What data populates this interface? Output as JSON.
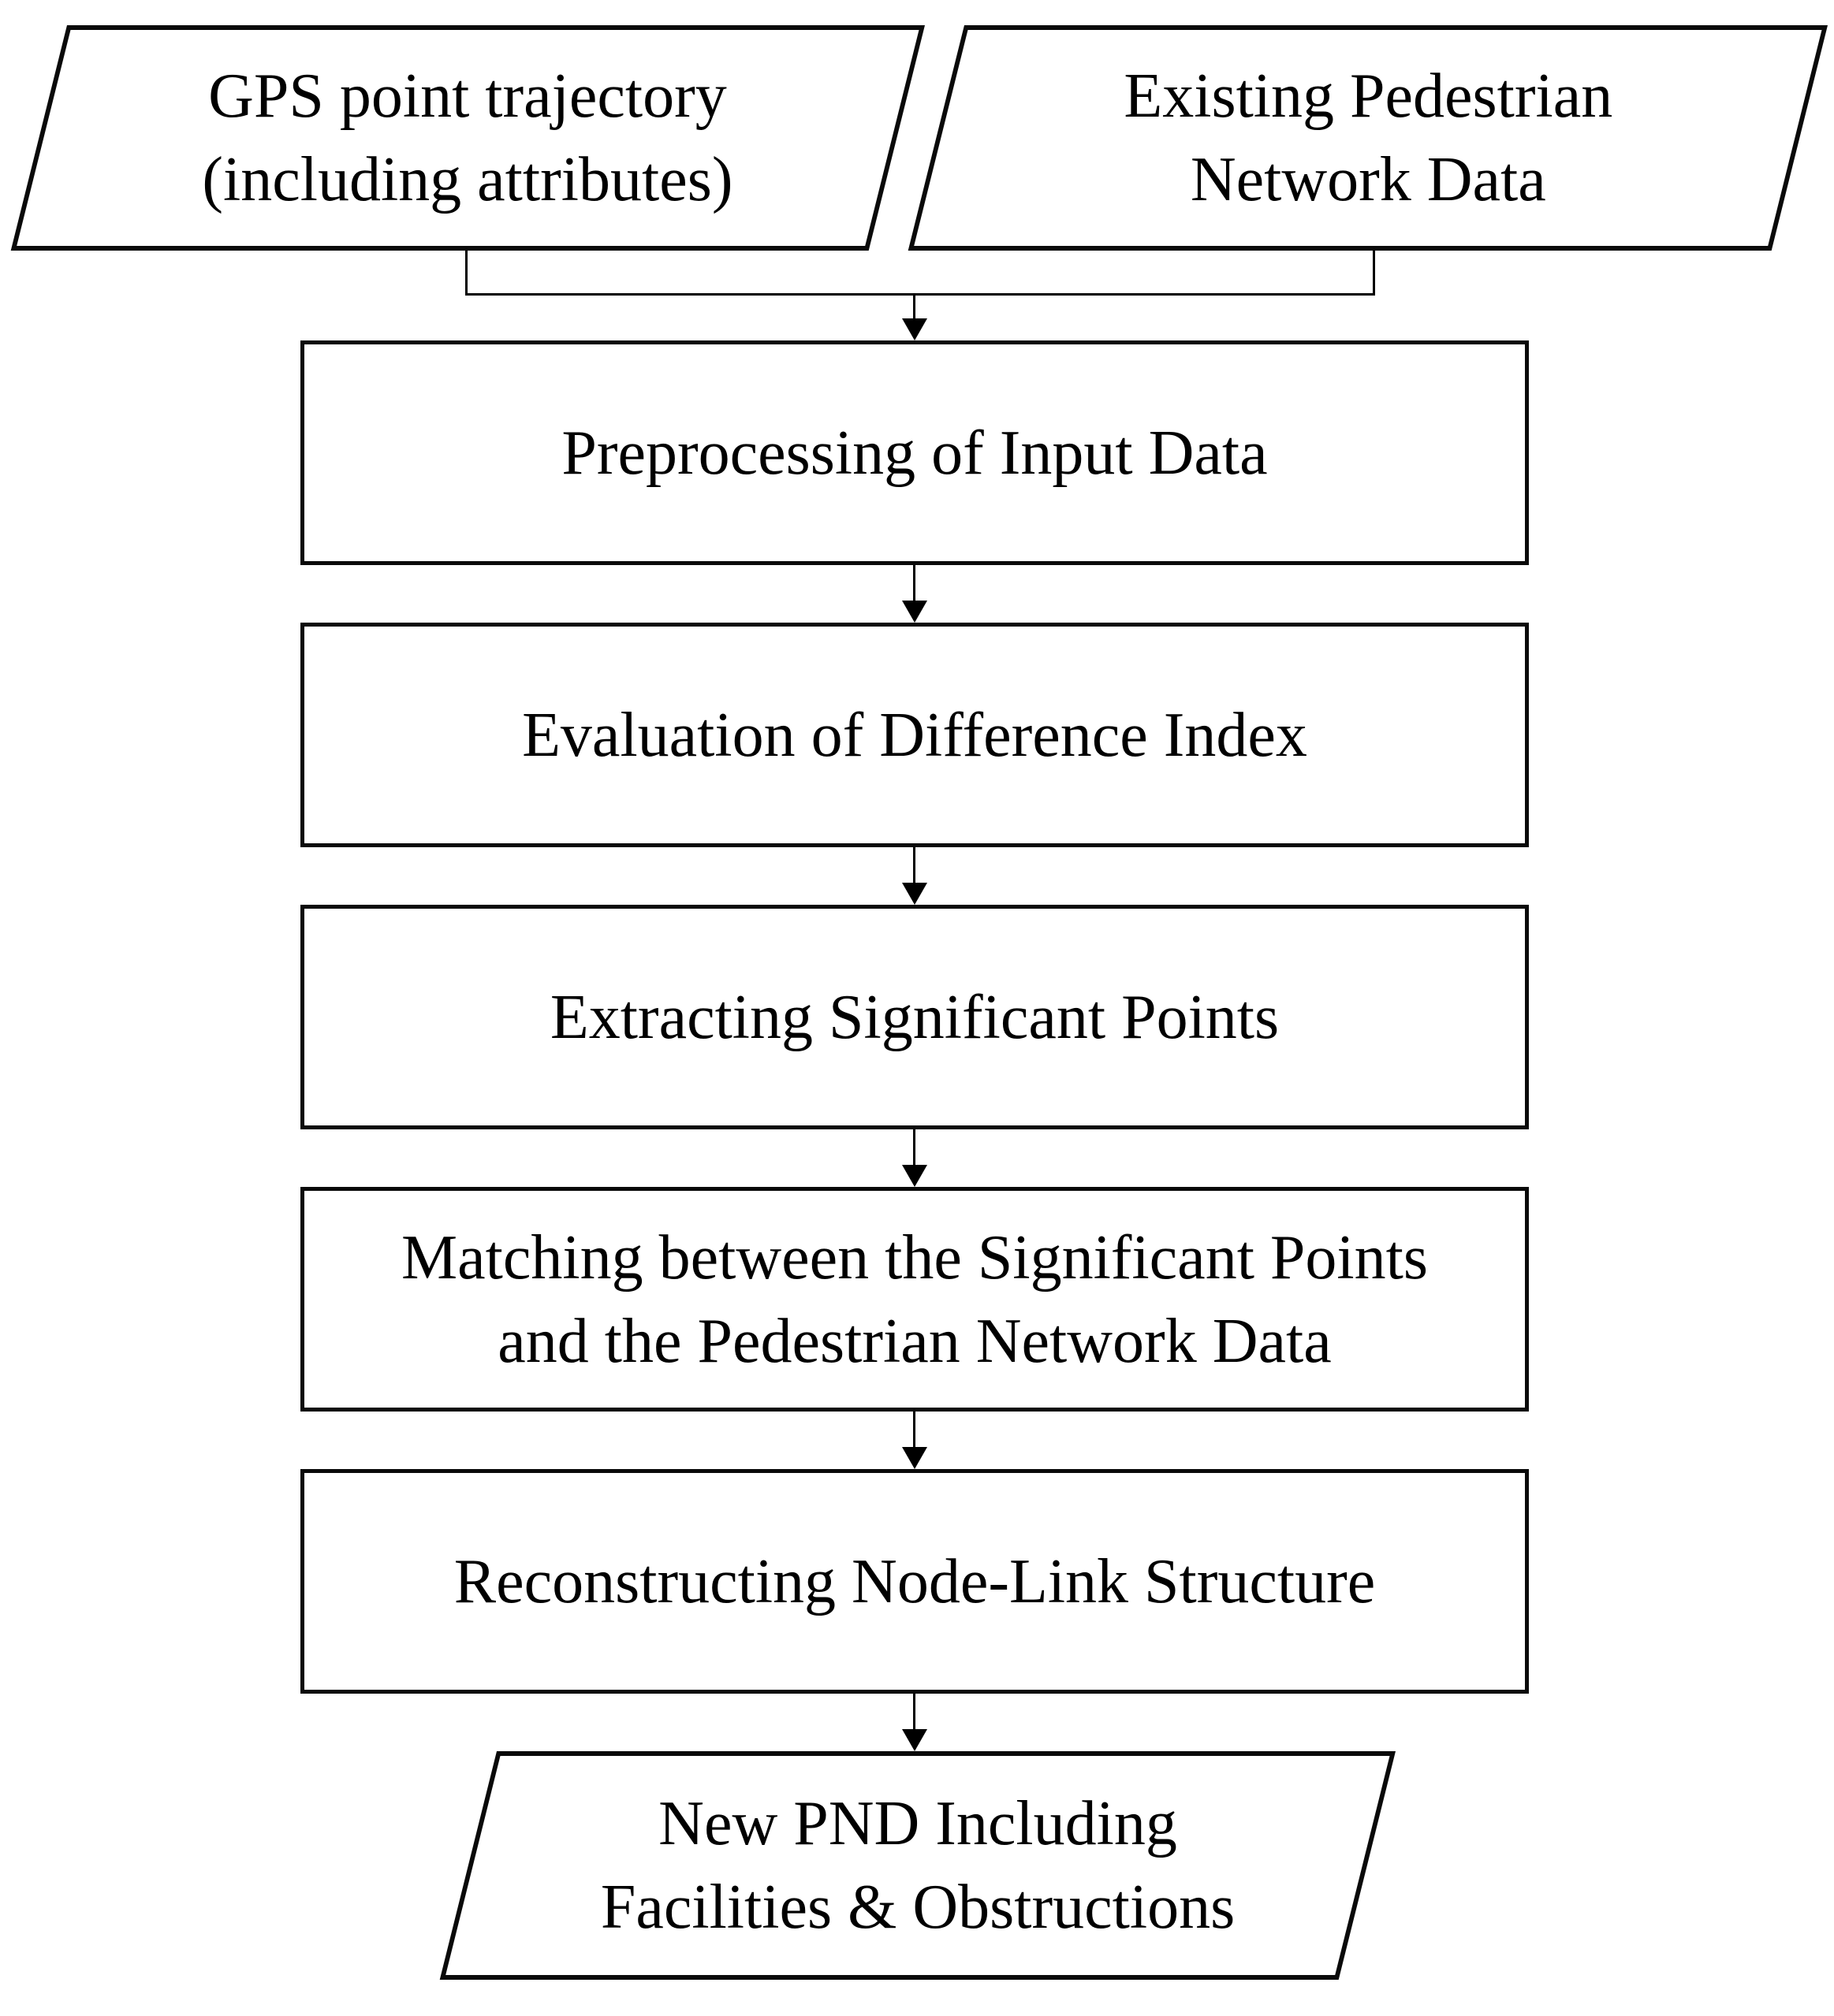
{
  "diagram": {
    "type": "flowchart",
    "orientation": "top-down",
    "colors": {
      "stroke": "#000000",
      "fill": "#ffffff",
      "text": "#000000"
    },
    "nodes": [
      {
        "id": "gps-trajectory",
        "shape": "parallelogram",
        "label": "GPS point trajectory\n(including attributes)"
      },
      {
        "id": "existing-pnd",
        "shape": "parallelogram",
        "label": "Existing Pedestrian\nNetwork Data"
      },
      {
        "id": "preprocessing",
        "shape": "rectangle",
        "label": "Preprocessing of Input Data"
      },
      {
        "id": "difference-index",
        "shape": "rectangle",
        "label": "Evaluation of Difference Index"
      },
      {
        "id": "significant-points",
        "shape": "rectangle",
        "label": "Extracting Significant Points"
      },
      {
        "id": "matching",
        "shape": "rectangle",
        "label": "Matching between the Significant Points\nand the Pedestrian Network Data"
      },
      {
        "id": "node-link",
        "shape": "rectangle",
        "label": "Reconstructing Node-Link Structure"
      },
      {
        "id": "new-pnd",
        "shape": "parallelogram",
        "label": "New PND Including\nFacilities & Obstructions"
      }
    ],
    "edges": [
      {
        "from": "gps-trajectory",
        "to": "preprocessing"
      },
      {
        "from": "existing-pnd",
        "to": "preprocessing"
      },
      {
        "from": "preprocessing",
        "to": "difference-index"
      },
      {
        "from": "difference-index",
        "to": "significant-points"
      },
      {
        "from": "significant-points",
        "to": "matching"
      },
      {
        "from": "matching",
        "to": "node-link"
      },
      {
        "from": "node-link",
        "to": "new-pnd"
      }
    ]
  }
}
